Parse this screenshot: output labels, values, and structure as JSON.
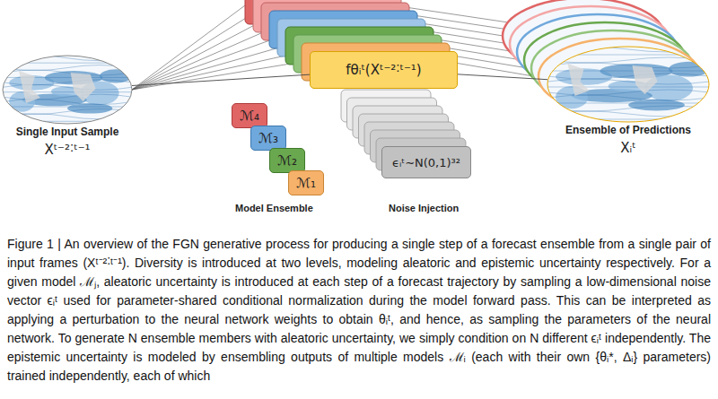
{
  "diagram": {
    "caption": "Figure 1 | An overview of the FGN generative process for producing a single step of a forecast ensemble from a single pair of input frames (Xᵗ⁻²˸ᵗ⁻¹). Diversity is introduced at two levels, modeling aleatoric and epistemic uncertainty respectively. For a given model ℳⱼ, aleatoric uncertainty is introduced at each step of a forecast trajectory by sampling a low-dimensional noise vector ϵᵢᵗ used for parameter-shared conditional normalization during the model forward pass. This can be interpreted as applying a perturbation to the neural network weights to obtain θᵢᵗ, and hence, as sampling the parameters of the neural network. To generate N ensemble members with aleatoric uncertainty, we simply condition on N different ϵᵢᵗ independently. The epistemic uncertainty is modeled by ensembling outputs of multiple models ℳᵢ (each with their own {θᵢ*, Δᵢ} parameters) trained independently, each of which",
    "nodes": [
      {
        "text": [
          "Single Input Sample",
          "Xᵗ⁻²˸ᵗ⁻¹"
        ]
      },
      {
        "text": [
          "fθᵢᵗ(Xᵗ⁻²˸ᵗ⁻¹)"
        ]
      },
      {
        "text": [
          "ℳ₄"
        ]
      },
      {
        "text": [
          "ℳ₃"
        ]
      },
      {
        "text": [
          "ℳ₂"
        ]
      },
      {
        "text": [
          "ℳ₁"
        ]
      },
      {
        "text": [
          "ϵᵢᵗ∼N(0,1)³²"
        ]
      },
      {
        "text": [
          "Ensemble of Predictions",
          "Xᵢᵗ"
        ]
      }
    ],
    "edges": [
      {
        "from": 0,
        "to": 1,
        "arrow": "none"
      },
      {
        "from": 1,
        "to": 7,
        "arrow": "none"
      }
    ],
    "labels": [
      "Model Ensemble",
      "Noise Injection"
    ]
  }
}
